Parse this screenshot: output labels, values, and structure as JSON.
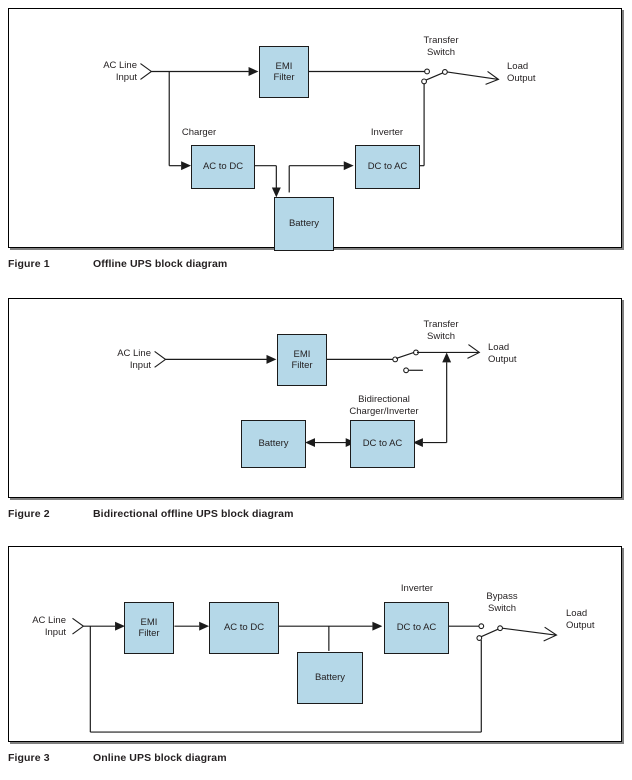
{
  "document": {
    "title": "UPS block diagrams",
    "box_fill_color": "#b5d8e8",
    "box_stroke_color": "#1b1b1b",
    "panel_border_color": "#000000"
  },
  "figures": [
    {
      "id": "figure-1",
      "caption_number": "Figure 1",
      "caption_text": "Offline UPS block diagram",
      "blocks": [
        {
          "name": "emi-filter",
          "label": "EMI\nFilter"
        },
        {
          "name": "charger-ac-to-dc",
          "label": "AC to DC"
        },
        {
          "name": "battery",
          "label": "Battery"
        },
        {
          "name": "inverter-dc-to-ac",
          "label": "DC to AC"
        }
      ],
      "labels": [
        {
          "name": "ac-line-input",
          "text": "AC Line\nInput"
        },
        {
          "name": "charger-title",
          "text": "Charger"
        },
        {
          "name": "inverter-title",
          "text": "Inverter"
        },
        {
          "name": "transfer-switch",
          "text": "Transfer\nSwitch"
        },
        {
          "name": "load-output",
          "text": "Load\nOutput"
        }
      ]
    },
    {
      "id": "figure-2",
      "caption_number": "Figure 2",
      "caption_text": "Bidirectional offline UPS block diagram",
      "blocks": [
        {
          "name": "emi-filter",
          "label": "EMI\nFilter"
        },
        {
          "name": "battery",
          "label": "Battery"
        },
        {
          "name": "bidirectional-dc-to-ac",
          "label": "DC to AC"
        }
      ],
      "labels": [
        {
          "name": "ac-line-input",
          "text": "AC Line\nInput"
        },
        {
          "name": "transfer-switch",
          "text": "Transfer\nSwitch"
        },
        {
          "name": "load-output",
          "text": "Load\nOutput"
        },
        {
          "name": "bidirectional-title",
          "text": "Bidirectional\nCharger/Inverter"
        }
      ]
    },
    {
      "id": "figure-3",
      "caption_number": "Figure 3",
      "caption_text": "Online UPS block diagram",
      "blocks": [
        {
          "name": "emi-filter",
          "label": "EMI\nFilter"
        },
        {
          "name": "rectifier-ac-to-dc",
          "label": "AC to DC"
        },
        {
          "name": "battery",
          "label": "Battery"
        },
        {
          "name": "inverter-dc-to-ac",
          "label": "DC to AC"
        }
      ],
      "labels": [
        {
          "name": "ac-line-input",
          "text": "AC Line\nInput"
        },
        {
          "name": "inverter-title",
          "text": "Inverter"
        },
        {
          "name": "bypass-switch",
          "text": "Bypass\nSwitch"
        },
        {
          "name": "load-output",
          "text": "Load\nOutput"
        }
      ]
    }
  ]
}
